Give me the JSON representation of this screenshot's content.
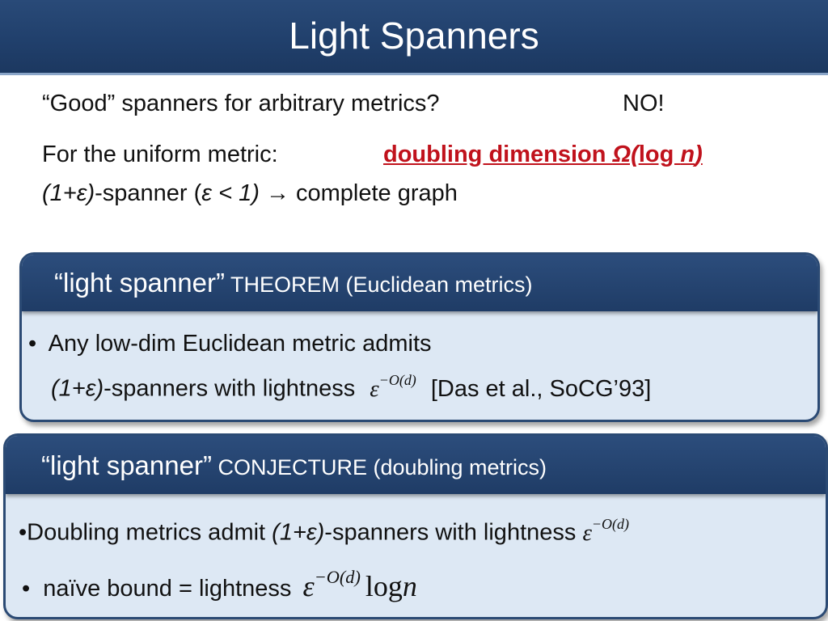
{
  "title": "Light Spanners",
  "body": {
    "q_text": "“Good” spanners for arbitrary metrics?",
    "q_answer": "NO!",
    "uniform_label": "For the uniform metric:",
    "uniform_highlight_1": "doubling dimension ",
    "uniform_highlight_omega": "Ω(",
    "uniform_highlight_log": "log ",
    "uniform_highlight_n": "n",
    "uniform_highlight_close": ")",
    "spanner_italic": "(1+ε)",
    "spanner_mid": "-spanner (",
    "spanner_cond": "ε < 1)",
    "arrow": "→",
    "spanner_result": "complete graph"
  },
  "theorem_box": {
    "head_quote": "“light spanner”",
    "head_rest": " THEOREM (Euclidean metrics)",
    "bullet": "•",
    "line1": "Any low-dim Euclidean metric admits",
    "line2_italic": "(1+ε)",
    "line2_text": "-spanners  with lightness",
    "citation": "[Das et al., SoCG’93]"
  },
  "conjecture_box": {
    "head_quote": "“light spanner”",
    "head_rest": " CONJECTURE (doubling metrics)",
    "bullet": "•",
    "line1_a": "Doubling metrics admit ",
    "line1_italic": "(1+ε)",
    "line1_b": "-spanners with lightness",
    "line2": "naïve bound = lightness"
  },
  "math": {
    "eps": "ε",
    "exponent": "−O(d)",
    "log": "log",
    "n": "n"
  },
  "colors": {
    "title_bg": "#203f6b",
    "box_bg": "#dde8f4",
    "highlight": "#c0121c"
  }
}
